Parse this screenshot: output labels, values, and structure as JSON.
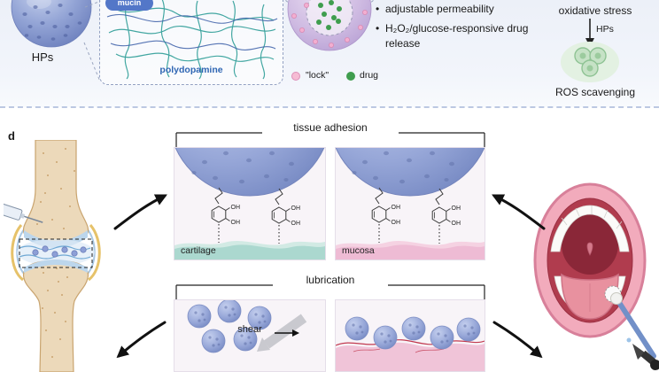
{
  "colors": {
    "particle_blue": "#8d9fd6",
    "polydopamine_teal": "#2f9e98",
    "mucin_blue": "#5377c8",
    "lock_pink": "#f2aed0",
    "drug_green": "#3f9d4e",
    "ros_green": "#c6e2c6",
    "cartilage_teal": "#abd8cf",
    "mucosa_pink": "#eebbd4",
    "top_band_bg": "#ecf0f8"
  },
  "top": {
    "hps_label": "HPs",
    "mucin_label": "mucin",
    "polydopamine_label": "polydopamine",
    "bullets": [
      {
        "text": "adjustable permeability"
      },
      {
        "text": "H₂O₂/glucose-responsive drug release"
      }
    ],
    "legend": {
      "lock_label": "\"lock\"",
      "drug_label": "drug"
    },
    "oxidative_stress_label": "oxidative stress",
    "hps_arrow_label": "HPs",
    "ros_label": "ROS scavenging"
  },
  "panel_d": {
    "label": "d",
    "tissue_adhesion_title": "tissue adhesion",
    "lubrication_title": "lubrication",
    "cartilage_label": "cartilage",
    "mucosa_label": "mucosa",
    "shear_label": "shear",
    "oh_label": "OH"
  }
}
